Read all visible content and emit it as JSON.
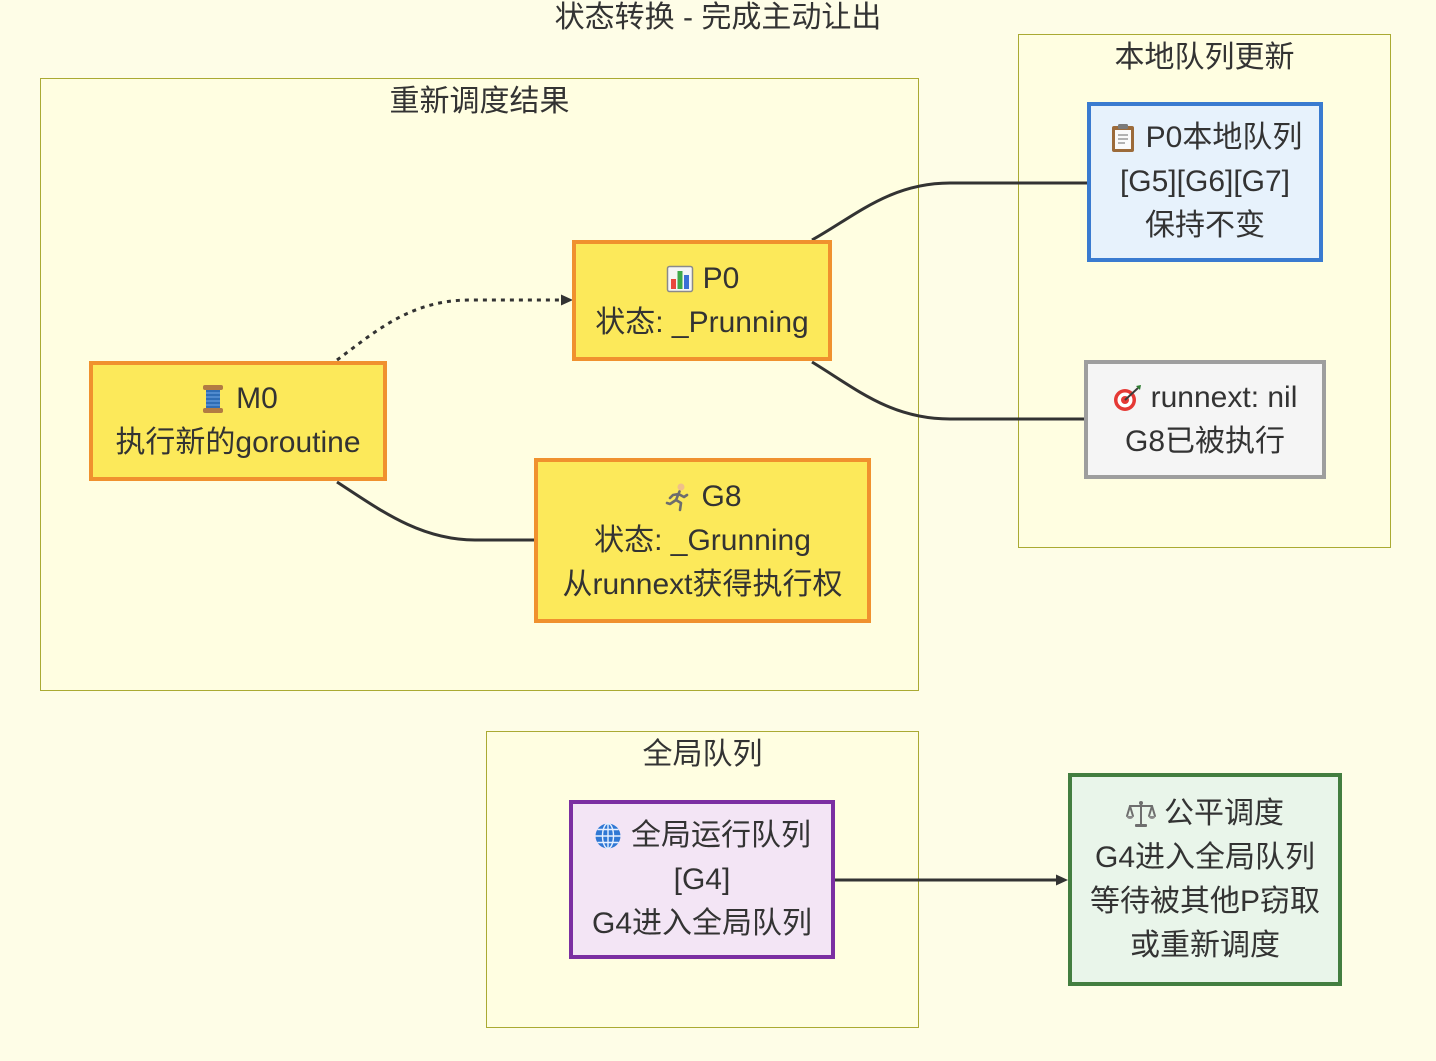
{
  "title": "状态转换 - 完成主动让出",
  "colors": {
    "background": "#FEFDE7",
    "cluster_fill": "#FFFEE1",
    "cluster_stroke": "#AAAA33",
    "edge": "#333333"
  },
  "clusters": {
    "reschedule_result": {
      "title": "重新调度结果"
    },
    "local_queue_update": {
      "title": "本地队列更新"
    },
    "global_queue": {
      "title": "全局队列"
    }
  },
  "nodes": {
    "m0": {
      "icon": "thread-spool-icon",
      "title": "M0",
      "lines": [
        "执行新的goroutine"
      ],
      "fill": "#FCE95A",
      "stroke": "#F0912E"
    },
    "p0": {
      "icon": "bar-chart-icon",
      "title": "P0",
      "lines": [
        "状态: _Prunning"
      ],
      "fill": "#FCE95A",
      "stroke": "#F0912E"
    },
    "g8": {
      "icon": "runner-icon",
      "title": "G8",
      "lines": [
        "状态: _Grunning",
        "从runnext获得执行权"
      ],
      "fill": "#FCE95A",
      "stroke": "#F0912E"
    },
    "p0_local_queue": {
      "icon": "clipboard-icon",
      "title": "P0本地队列",
      "lines": [
        "[G5][G6][G7]",
        "保持不变"
      ],
      "fill": "#E7F2FC",
      "stroke": "#3A7BD0"
    },
    "runnext": {
      "icon": "target-icon",
      "title": "runnext: nil",
      "lines": [
        "G8已被执行"
      ],
      "fill": "#F5F5F5",
      "stroke": "#9E9E9E"
    },
    "global_run_queue": {
      "icon": "globe-icon",
      "title": "全局运行队列",
      "lines": [
        "[G4]",
        "G4进入全局队列"
      ],
      "fill": "#F3E5F5",
      "stroke": "#7B2FA2"
    },
    "fair_scheduling": {
      "icon": "balance-scale-icon",
      "title": "公平调度",
      "lines": [
        "G4进入全局队列",
        "等待被其他P窃取",
        "或重新调度"
      ],
      "fill": "#E9F5EA",
      "stroke": "#437E40"
    }
  }
}
